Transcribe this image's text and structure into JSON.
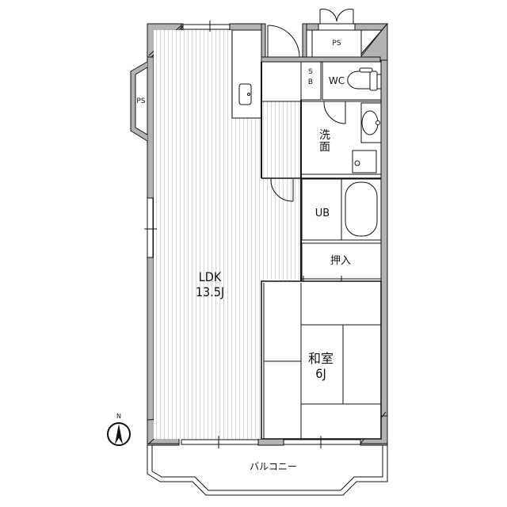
{
  "floor_plan": {
    "rooms": [
      {
        "id": "ldk",
        "name": "LDK",
        "size": "13.5J"
      },
      {
        "id": "washitsu",
        "name": "和室",
        "size": "6J"
      },
      {
        "id": "senmen",
        "name": "洗面"
      },
      {
        "id": "ub",
        "name": "UB"
      },
      {
        "id": "wc",
        "name": "WC"
      },
      {
        "id": "sb",
        "name_line1": "S",
        "name_line2": "B"
      },
      {
        "id": "oshiire",
        "name": "押入"
      },
      {
        "id": "ps_top",
        "name": "PS"
      },
      {
        "id": "ps_left",
        "name": "PS"
      },
      {
        "id": "balcony",
        "name": "バルコニー"
      }
    ],
    "compass": {
      "label": "N"
    },
    "colors": {
      "wall": "#b3b3b3",
      "line": "#111111",
      "floor_stripe": "#d9d9d9",
      "background": "#ffffff"
    }
  }
}
